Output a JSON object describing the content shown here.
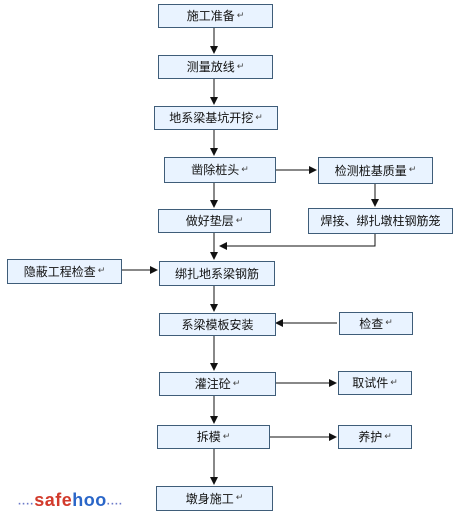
{
  "nodes": {
    "prep": "施工准备",
    "survey": "测量放线",
    "excavate": "地系梁基坑开挖",
    "pile_head": "凿除桩头",
    "pile_check": "检测桩基质量",
    "cushion": "做好垫层",
    "weld_rebar": "焊接、绑扎墩柱钢筋笼",
    "hidden_check": "隐蔽工程检查",
    "bind_rebar": "绑扎地系梁钢筋",
    "formwork": "系梁模板安装",
    "inspect": "检查",
    "pour": "灌注砼",
    "sample": "取试件",
    "demold": "拆模",
    "cure": "养护",
    "pier": "墩身施工"
  },
  "text_glyph": "↵",
  "watermark": {
    "dots_left": "....",
    "safe": "safe",
    "hoo": "hoo",
    "dots_right": "...."
  }
}
